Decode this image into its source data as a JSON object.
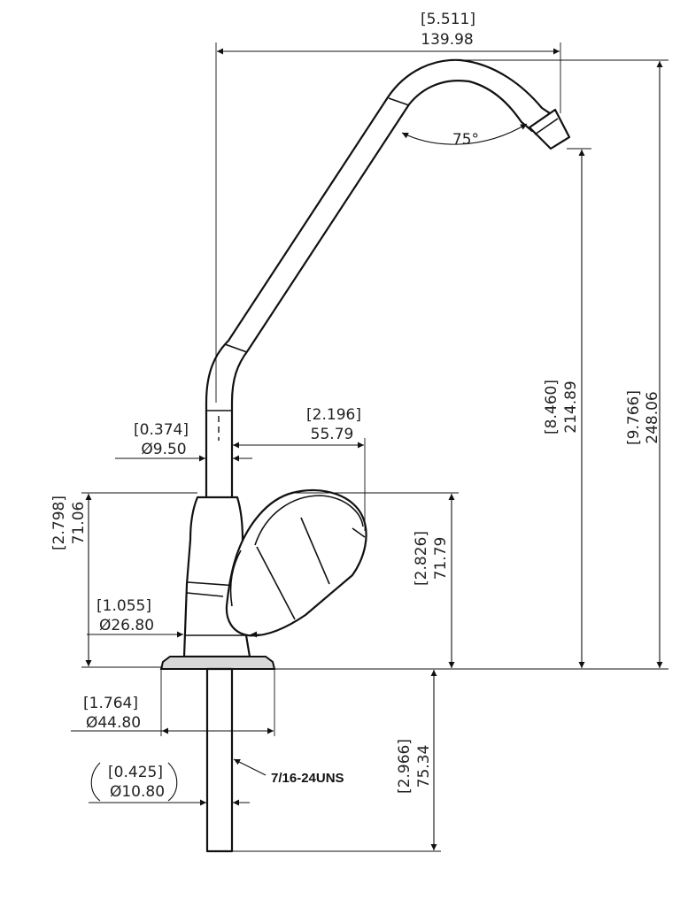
{
  "dimensions": {
    "overall_width": {
      "inch": "[5.511]",
      "mm": "139.98"
    },
    "spout_angle": {
      "value": "75°"
    },
    "spout_height": {
      "inch": "[8.460]",
      "mm": "214.89"
    },
    "overall_height": {
      "inch": "[9.766]",
      "mm": "248.06"
    },
    "tube_diameter": {
      "inch": "[0.374]",
      "mm": "Ø9.50"
    },
    "handle_reach": {
      "inch": "[2.196]",
      "mm": "55.79"
    },
    "body_height": {
      "inch": "[2.798]",
      "mm": "71.06"
    },
    "handle_height": {
      "inch": "[2.826]",
      "mm": "71.79"
    },
    "body_diameter": {
      "inch": "[1.055]",
      "mm": "Ø26.80"
    },
    "base_diameter": {
      "inch": "[1.764]",
      "mm": "Ø44.80"
    },
    "shank_diameter": {
      "inch": "[0.425]",
      "mm": "Ø10.80"
    },
    "shank_length": {
      "inch": "[2.966]",
      "mm": "75.34"
    }
  },
  "callouts": {
    "thread": "7/16-24UNS"
  }
}
